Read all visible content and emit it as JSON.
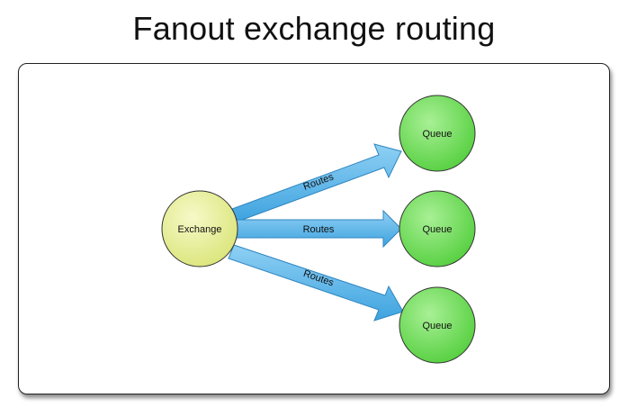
{
  "title": "Fanout exchange routing",
  "exchange": {
    "label": "Exchange"
  },
  "queues": [
    {
      "label": "Queue"
    },
    {
      "label": "Queue"
    },
    {
      "label": "Queue"
    }
  ],
  "routes": [
    {
      "label": "Routes"
    },
    {
      "label": "Routes"
    },
    {
      "label": "Routes"
    }
  ],
  "colors": {
    "exchange_fill": "#e8ef9a",
    "queue_fill": "#7fe06a",
    "arrow_fill": "#5db8ea",
    "arrow_stroke": "#2f86c0"
  }
}
